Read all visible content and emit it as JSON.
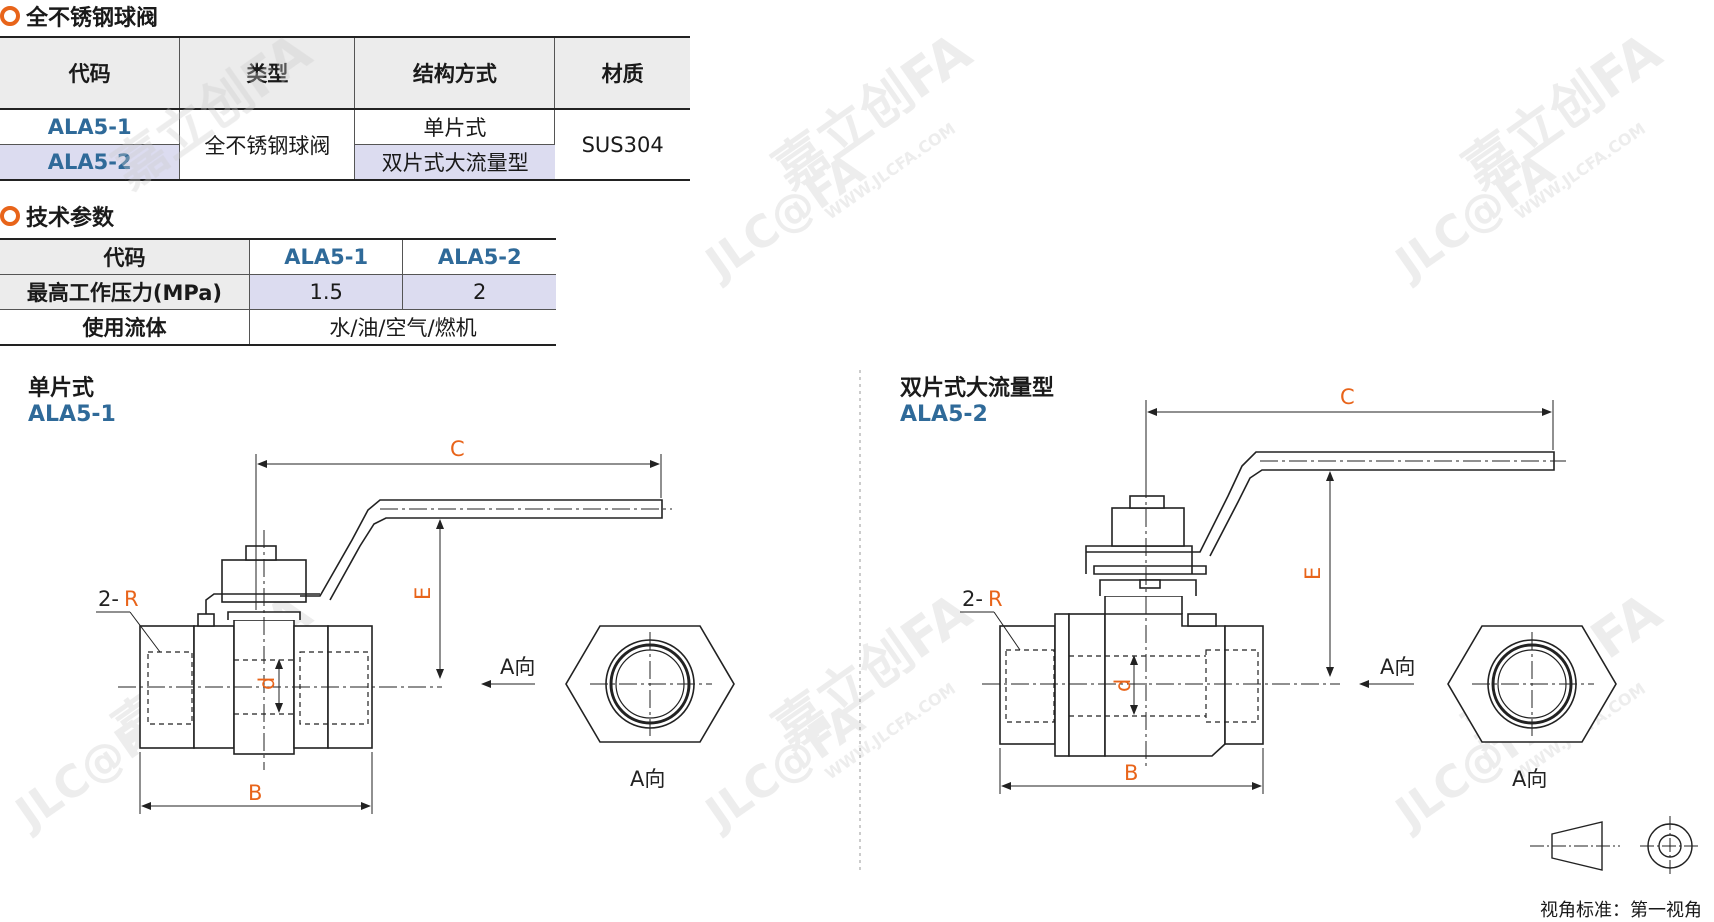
{
  "section1": {
    "title": "全不锈钢球阀"
  },
  "table1": {
    "headers": [
      "代码",
      "类型",
      "结构方式",
      "材质"
    ],
    "rows": [
      {
        "code": "ALA5-1",
        "structure": "单片式"
      },
      {
        "code": "ALA5-2",
        "structure": "双片式大流量型"
      }
    ],
    "type_value": "全不锈钢球阀",
    "material_value": "SUS304"
  },
  "section2": {
    "title": "技术参数"
  },
  "table2": {
    "header_label": "代码",
    "codes": [
      "ALA5-1",
      "ALA5-2"
    ],
    "pressure_label": "最高工作压力(MPa)",
    "pressure_values": [
      "1.5",
      "2"
    ],
    "fluid_label": "使用流体",
    "fluid_value": "水/油/空气/燃机"
  },
  "drawing1": {
    "caption": "单片式",
    "code": "ALA5-1",
    "labels": {
      "c": "C",
      "e": "E",
      "b": "B",
      "d": "d",
      "r_prefix": "2-",
      "r": "R",
      "a_dir": "A向",
      "a_view": "A向"
    }
  },
  "drawing2": {
    "caption": "双片式大流量型",
    "code": "ALA5-2",
    "labels": {
      "c": "C",
      "e": "E",
      "b": "B",
      "d": "d",
      "r_prefix": "2-",
      "r": "R",
      "a_dir": "A向",
      "a_view": "A向"
    }
  },
  "view_standard": "视角标准：第一视角",
  "watermark": {
    "brand": "嘉立创FA",
    "logo": "JLC@FA",
    "url": "WWW.JLCFA.COM"
  },
  "colors": {
    "accent": "#e8641a",
    "code_blue": "#2f6a99",
    "row_lavender": "#dcdcf0",
    "header_gray": "#ececec"
  }
}
